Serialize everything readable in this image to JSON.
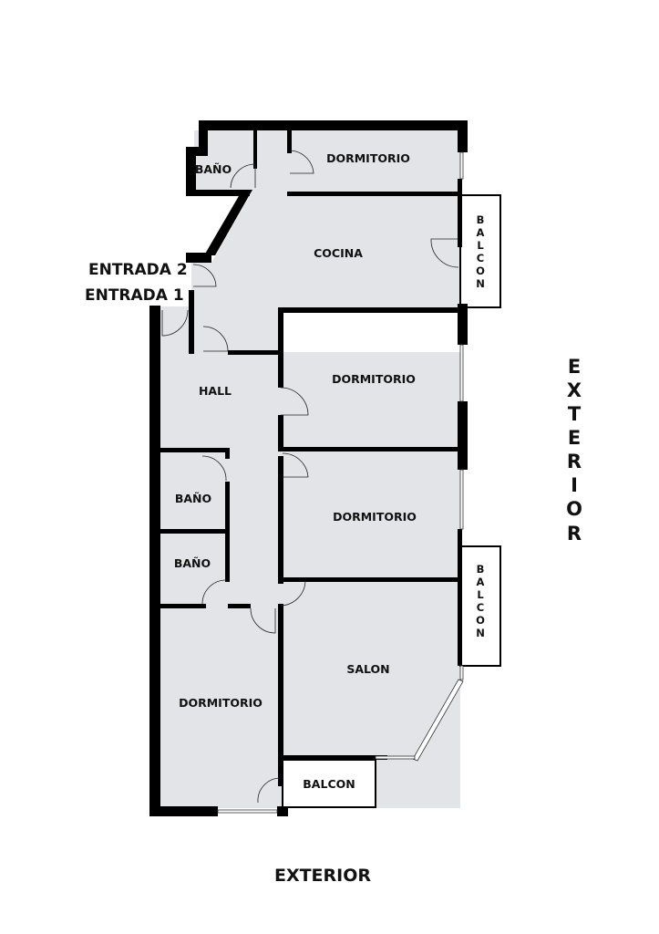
{
  "plan": {
    "rooms": {
      "bano_top": "BAÑO",
      "dormitorio_top": "DORMITORIO",
      "cocina": "COCINA",
      "dormitorio_2": "DORMITORIO",
      "hall": "HALL",
      "dormitorio_3": "DORMITORIO",
      "bano_1": "BAÑO",
      "bano_2": "BAÑO",
      "dormitorio_4": "DORMITORIO",
      "salon": "SALON",
      "balcon_bottom": "BALCON"
    },
    "balcon_vertical_letters": [
      "B",
      "A",
      "L",
      "C",
      "O",
      "N"
    ],
    "entrances": {
      "entrada_2": "ENTRADA 2",
      "entrada_1": "ENTRADA 1"
    },
    "exterior_right_letters": [
      "E",
      "X",
      "T",
      "E",
      "R",
      "I",
      "O",
      "R"
    ],
    "exterior_bottom": "EXTERIOR"
  },
  "colors": {
    "room_fill": "#e2e4e7",
    "wall": "#000000"
  }
}
